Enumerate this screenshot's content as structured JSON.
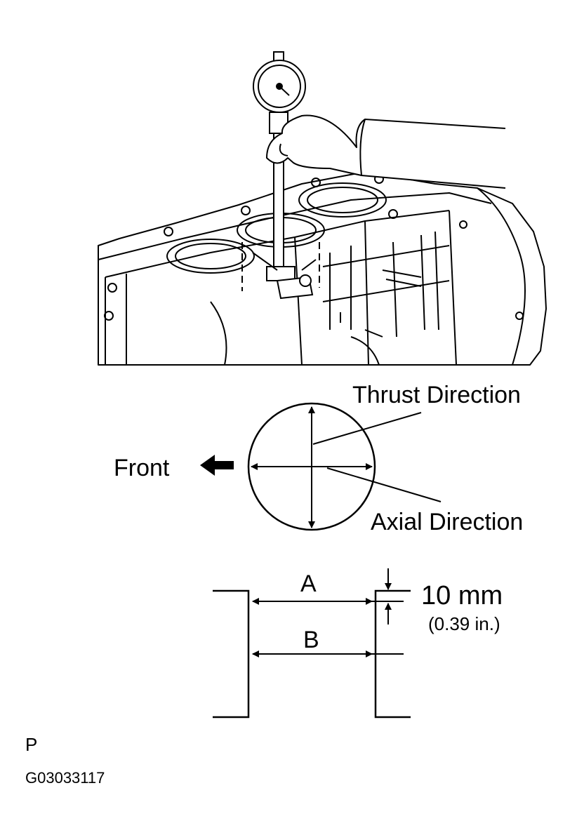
{
  "labels": {
    "thrust": "Thrust Direction",
    "front": "Front",
    "axial": "Axial Direction",
    "a": "A",
    "b": "B",
    "dimension_mm": "10 mm",
    "dimension_in": "(0.39 in.)",
    "page_letter": "P",
    "figure_code": "G03033117"
  }
}
